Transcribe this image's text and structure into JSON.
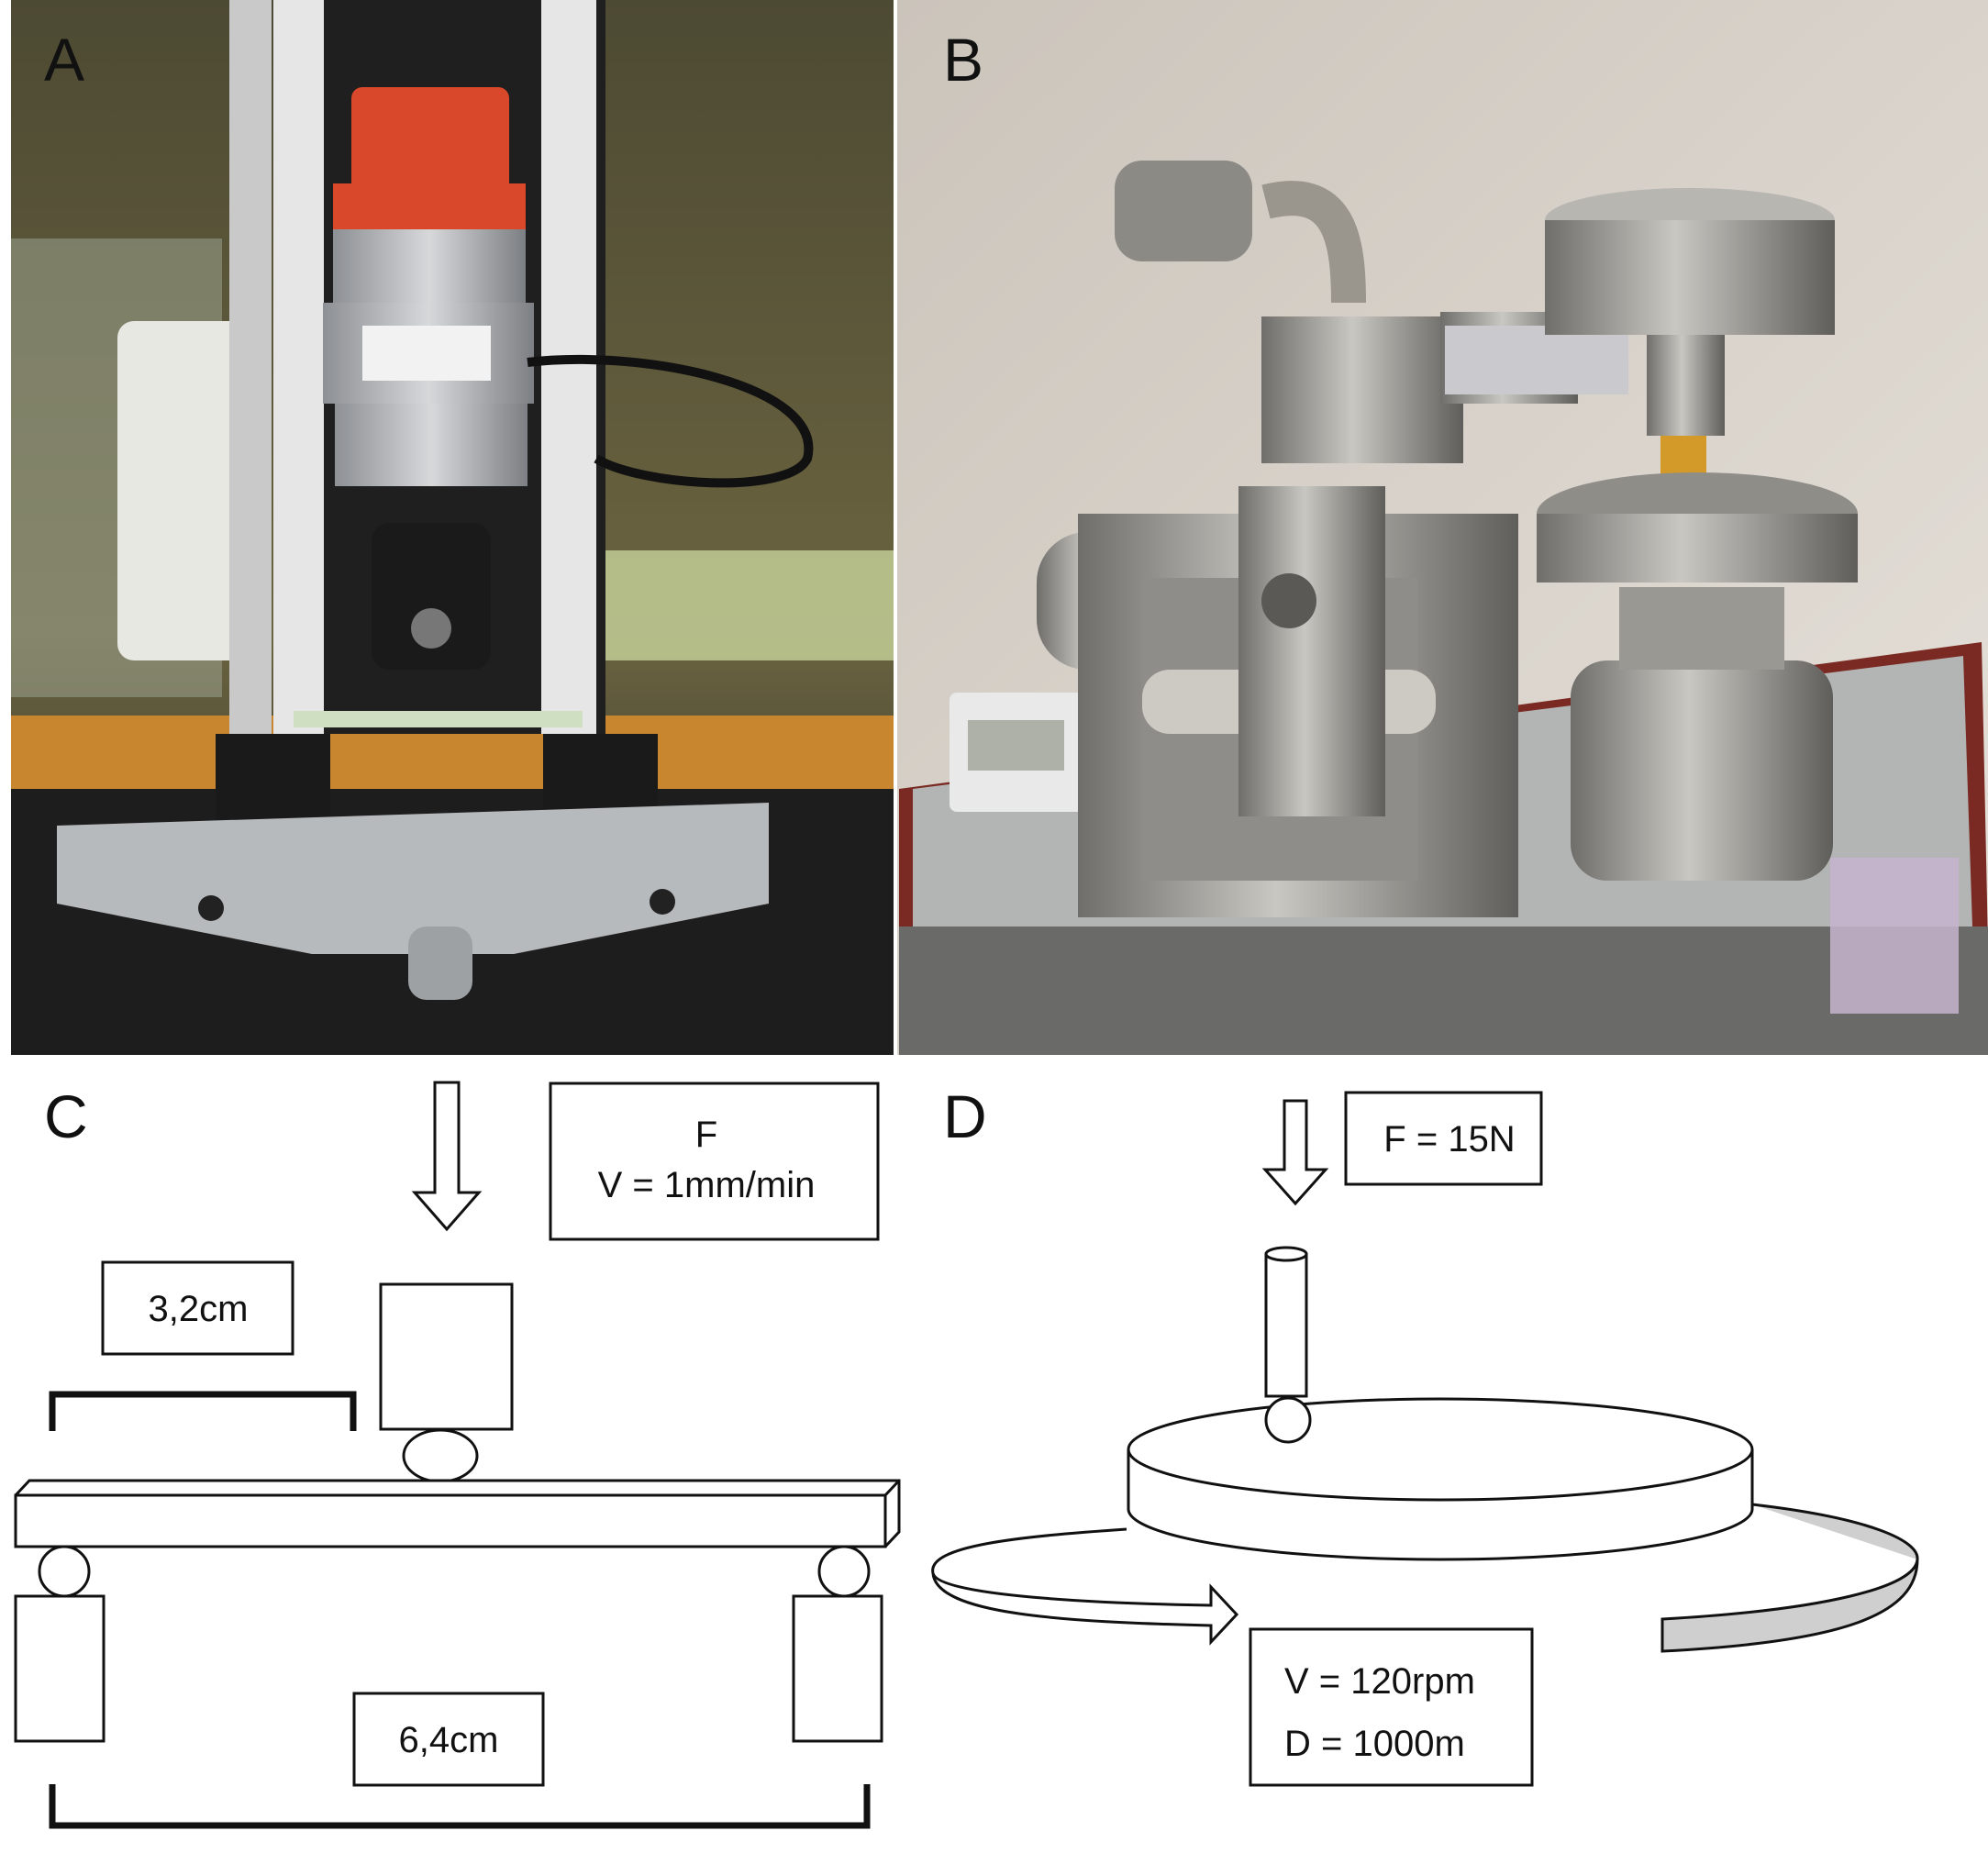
{
  "panels": {
    "a": {
      "label": "A"
    },
    "b": {
      "label": "B"
    },
    "c": {
      "label": "C",
      "force_label": "F",
      "speed_label": "V = 1mm/min",
      "half_span": "3,2cm",
      "full_span": "6,4cm"
    },
    "d": {
      "label": "D",
      "force_label": "F = 15N",
      "speed_label": "V = 120rpm",
      "distance_label": "D = 1000m"
    }
  },
  "colors": {
    "line": "#111111",
    "ring_fill": "#cfcfcf",
    "red_weight": "#d9482b",
    "base_red": "#7a2a22"
  }
}
